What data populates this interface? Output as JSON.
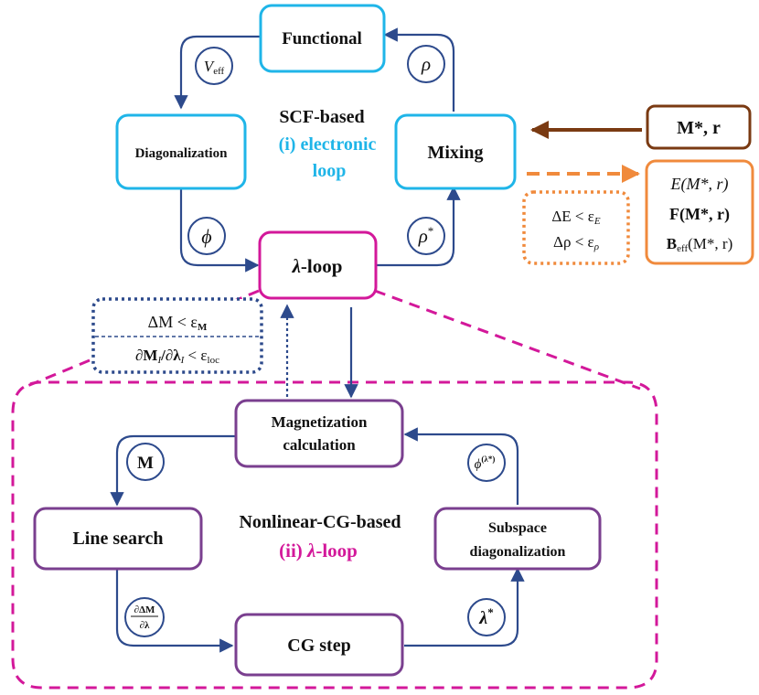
{
  "colors": {
    "cyan": "#1fb5e8",
    "magenta": "#d3189a",
    "purple": "#7a3f8f",
    "navy": "#2d4a8c",
    "brown": "#7a3a12",
    "orange": "#f08a3c"
  },
  "scf": {
    "functional": "Functional",
    "diagonalization": "Diagonalization",
    "mixing": "Mixing",
    "lambda_loop_symbol": "λ",
    "lambda_loop_text": "-loop",
    "title_line1": "SCF-based",
    "title_line2": "(i) electronic",
    "title_line3": "loop",
    "veff_base": "V",
    "veff_sub": "eff",
    "rho": "ρ",
    "phi": "ϕ",
    "rho_star": "ρ",
    "rho_star_sup": "*"
  },
  "inputs": {
    "m_r": "M*, r"
  },
  "outputs": {
    "energy": "E(M*, r)",
    "force": "F(M*, r)",
    "beff_base": "B",
    "beff_sub": "eff",
    "beff_rest": "(M*, r)"
  },
  "scf_convergence": {
    "line1": "ΔE < ε",
    "line1_sub": "E",
    "line2": "Δρ < ε",
    "line2_sub": "ρ"
  },
  "lambda_convergence": {
    "line1": "ΔM < ε",
    "line1_sub": "M",
    "line2": "∂M",
    "line2_sub1": "I",
    "line2_mid": "/∂λ",
    "line2_sub2": "I",
    "line2_rest": " < ε",
    "line2_sub3": "loc"
  },
  "cg": {
    "magnetization_line1": "Magnetization",
    "magnetization_line2": "calculation",
    "line_search": "Line search",
    "subspace_line1": "Subspace",
    "subspace_line2": "diagonalization",
    "cg_step": "CG step",
    "title_line1": "Nonlinear-CG-based",
    "title_line2_prefix": "(ii) ",
    "title_line2_symbol": "λ",
    "title_line2_suffix": "-loop",
    "m_label": "M",
    "grad_num": "∂ΔM",
    "grad_den": "∂λ",
    "lambda_star": "λ",
    "lambda_star_sup": "*",
    "phi_lambda": "ϕ",
    "phi_lambda_sup": "(λ*)"
  }
}
